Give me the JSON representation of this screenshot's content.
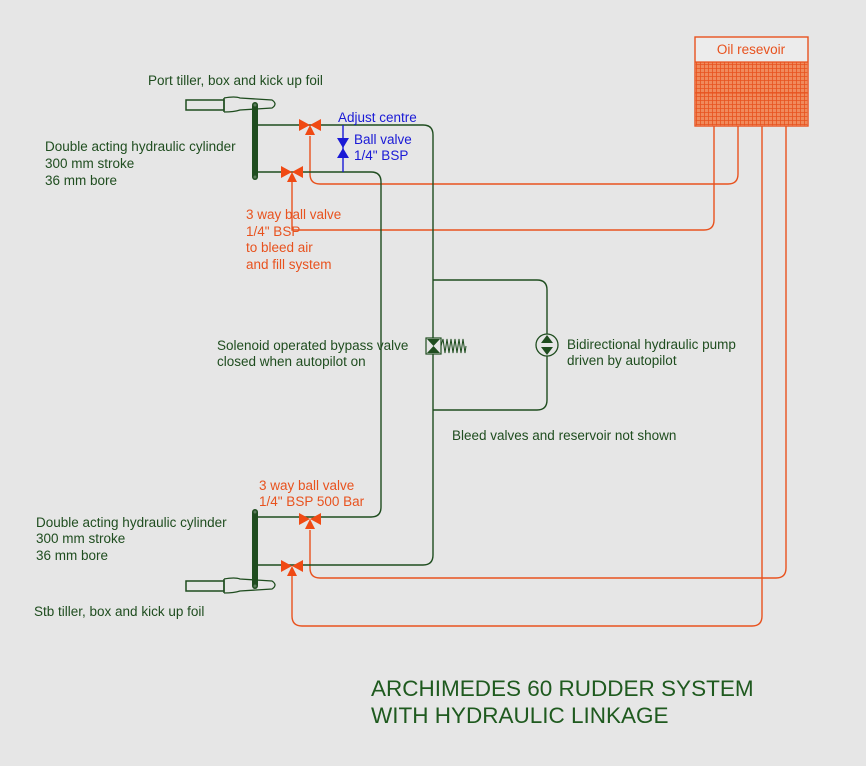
{
  "diagram": {
    "title_line1": "ARCHIMEDES 60 RUDDER SYSTEM",
    "title_line2": "WITH HYDRAULIC LINKAGE",
    "colors": {
      "background": "#e6e6e6",
      "hydraulic_line": "#1f4d1f",
      "bleed_line": "#e8521e",
      "ball_valve": "#1a1ad6"
    },
    "reservoir": {
      "label": "Oil resevoir"
    },
    "port": {
      "tiller_label": "Port tiller, box and kick up foil",
      "cylinder_lines": [
        "Double acting hydraulic cylinder",
        "300 mm stroke",
        "36 mm bore"
      ],
      "three_way_valve_lines": [
        "3 way ball valve",
        "1/4\" BSP",
        "to bleed air",
        "and fill system"
      ]
    },
    "adjust_centre": {
      "label": "Adjust centre",
      "valve_lines": [
        "Ball valve",
        "1/4\" BSP"
      ]
    },
    "bypass_valve": {
      "lines": [
        "Solenoid operated bypass valve",
        "closed when autopilot on"
      ]
    },
    "pump": {
      "lines": [
        "Bidirectional hydraulic pump",
        "driven by autopilot"
      ]
    },
    "note": "Bleed valves and reservoir not shown",
    "starboard": {
      "three_way_valve_lines": [
        "3 way ball valve",
        "1/4\" BSP 500 Bar"
      ],
      "cylinder_lines": [
        "Double acting hydraulic cylinder",
        "300 mm stroke",
        "36 mm bore"
      ],
      "tiller_label": "Stb tiller, box and kick up foil"
    }
  }
}
